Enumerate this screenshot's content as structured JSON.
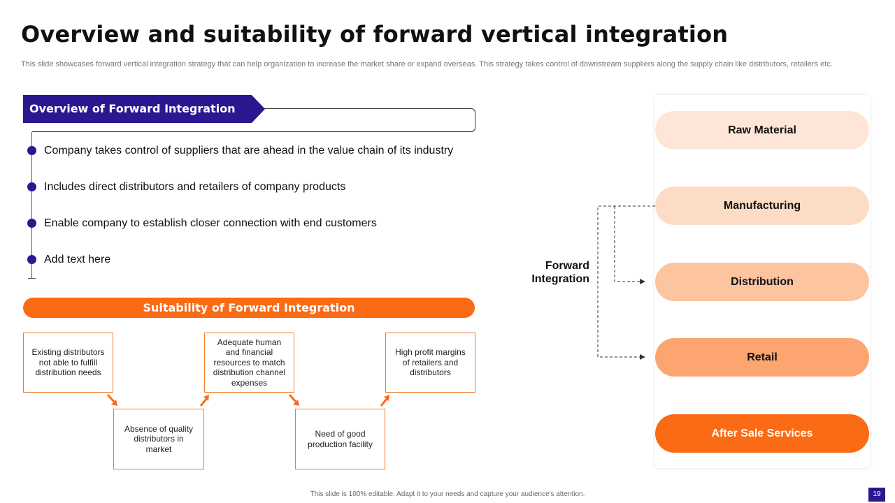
{
  "title": "Overview and suitability of forward vertical integration",
  "subtitle": "This slide showcases forward vertical integration strategy that can help organization to increase the market share or expand overseas. This strategy takes control of downstream suppliers along the supply chain like distributors, retailers etc.",
  "overview": {
    "heading": "Overview of Forward Integration",
    "bullets": [
      "Company takes control of suppliers that are ahead in the value  chain of its industry",
      "Includes  direct distributors and retailers of company products",
      "Enable company to establish closer connection with end customers",
      "Add text here"
    ]
  },
  "suitability": {
    "heading": "Suitability of Forward Integration",
    "boxes": [
      "Existing distributors not able to fulfill distribution needs",
      "Absence of quality distributors in market",
      "Adequate human and financial resources to match distribution channel expenses",
      "Need of good production facility",
      "High profit margins of retailers and distributors"
    ]
  },
  "chain": {
    "stages": [
      "Raw Material",
      "Manufacturing",
      "Distribution",
      "Retail",
      "After Sale Services"
    ],
    "colors": [
      "#fde6d8",
      "#fddcc6",
      "#fdc4a0",
      "#fca570",
      "#fb6a14"
    ],
    "label": "Forward Integration"
  },
  "footer": "This slide is 100% editable. Adapt it to your needs and capture your audience's attention.",
  "page_number": "19",
  "colors": {
    "primary": "#2a1891",
    "accent": "#fb6a14"
  }
}
